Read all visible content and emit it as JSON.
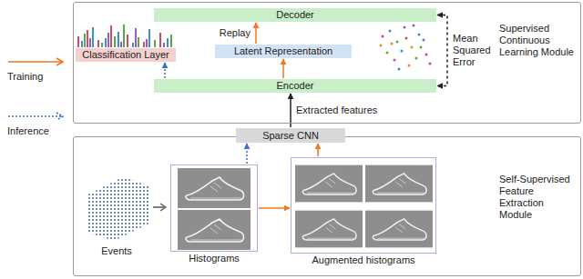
{
  "diagram": {
    "nodes": [
      {
        "text": [
          "Supervised Continuous Learning Module"
        ]
      },
      {
        "text": [
          "Decoder"
        ],
        "in": 0
      },
      {
        "text": [
          "Latent Representation"
        ],
        "in": 0
      },
      {
        "text": [
          "Classification Layer"
        ],
        "in": 0
      },
      {
        "text": [
          "Encoder"
        ],
        "in": 0
      },
      {
        "text": [
          "Self-Supervised Feature Extraction Module"
        ]
      },
      {
        "text": [
          "Sparse CNN"
        ],
        "in": 5
      },
      {
        "text": [
          "Histograms"
        ],
        "in": 5
      },
      {
        "text": [
          "Augmented histograms"
        ],
        "in": 5
      }
    ],
    "edges": [
      {
        "from": 4,
        "to": 2,
        "arrow": "to"
      },
      {
        "from": 2,
        "to": 1,
        "label": "Replay",
        "arrow": "to"
      },
      {
        "from": 1,
        "to": 4,
        "label": "Mean Squared Error",
        "arrow": "both"
      },
      {
        "from": 4,
        "to": 3,
        "arrow": "to"
      },
      {
        "from": 6,
        "to": 4,
        "label": "Extracted features",
        "arrow": "to"
      },
      {
        "from": 7,
        "to": 6,
        "arrow": "to"
      },
      {
        "from": 7,
        "to": 8,
        "arrow": "to"
      },
      {
        "from": 8,
        "to": 6,
        "arrow": "to"
      }
    ],
    "labels": [
      "Events"
    ],
    "legend": [
      {
        "text": "Training"
      },
      {
        "text": "Inference"
      }
    ]
  }
}
